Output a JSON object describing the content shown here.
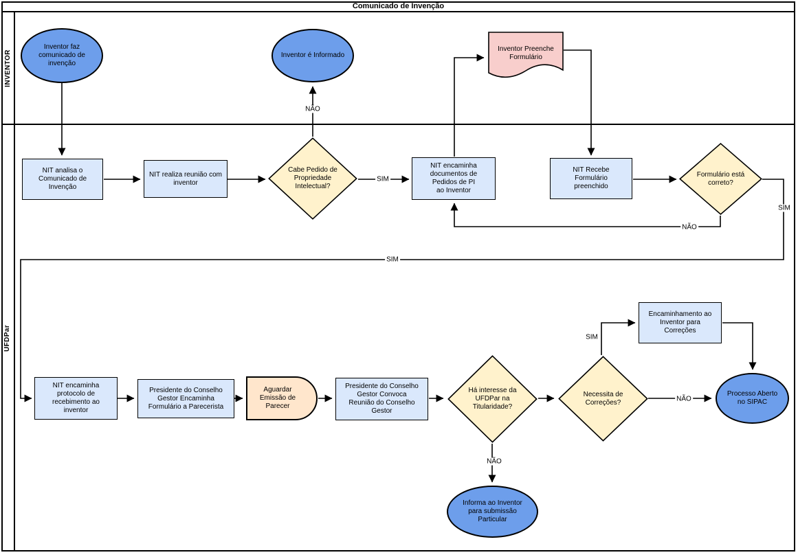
{
  "title": "Comunicado de Invenção",
  "lanes": {
    "inventor": "INVENTOR",
    "ufdpar": "UFDPar"
  },
  "nodes": {
    "inventor_faz": "Inventor faz comunicado de invenção",
    "inventor_informado": "Inventor é Informado",
    "inventor_preenche": "Inventor Preenche Formulário",
    "nit_analisa": "NIT analisa o Comunicado de Invenção",
    "nit_realiza": "NIT realiza reunião com inventor",
    "cabe_pedido": "Cabe Pedido de Propriedade Intelectual?",
    "nit_encaminha_docs": "NIT encaminha documentos de Pedidos de PI ao Inventor",
    "nit_recebe": "NIT Recebe Formulário preenchido",
    "formulario_correto": "Formulário está correto?",
    "nit_protocolo": "NIT encaminha protocolo de recebimento ao inventor",
    "presidente_encaminha": "Presidente do Conselho Gestor Encaminha Formulário a Parecerista",
    "aguardar_parecer": "Aguardar Emissão de Parecer",
    "presidente_convoca": "Presidente do Conselho Gestor Convoca Reunião do Conselho Gestor",
    "ha_interesse": "Há interesse da UFDPar na Titularidade?",
    "necessita_correcoes": "Necessita de Correções?",
    "encaminhamento_correcoes": "Encaminhamento ao Inventor para Correções",
    "processo_aberto": "Processo Aberto no SIPAC",
    "informa_inventor": "Informa ao Inventor para submissão Particular"
  },
  "edge_labels": {
    "nao_cabe": "NÃO",
    "sim_cabe": "SIM",
    "nao_formulario": "NÃO",
    "sim_formulario": "SIM",
    "sim_longo": "SIM",
    "nao_interesse": "NÃO",
    "sim_necessita": "SIM",
    "nao_necessita": "NÃO"
  },
  "colors": {
    "terminal_fill": "#6d9eeb",
    "process_fill": "#dae8fc",
    "decision_fill": "#fff2cc",
    "document_fill": "#f8cecc",
    "delay_fill": "#ffe6cc",
    "stroke": "#000000",
    "background": "#ffffff"
  }
}
